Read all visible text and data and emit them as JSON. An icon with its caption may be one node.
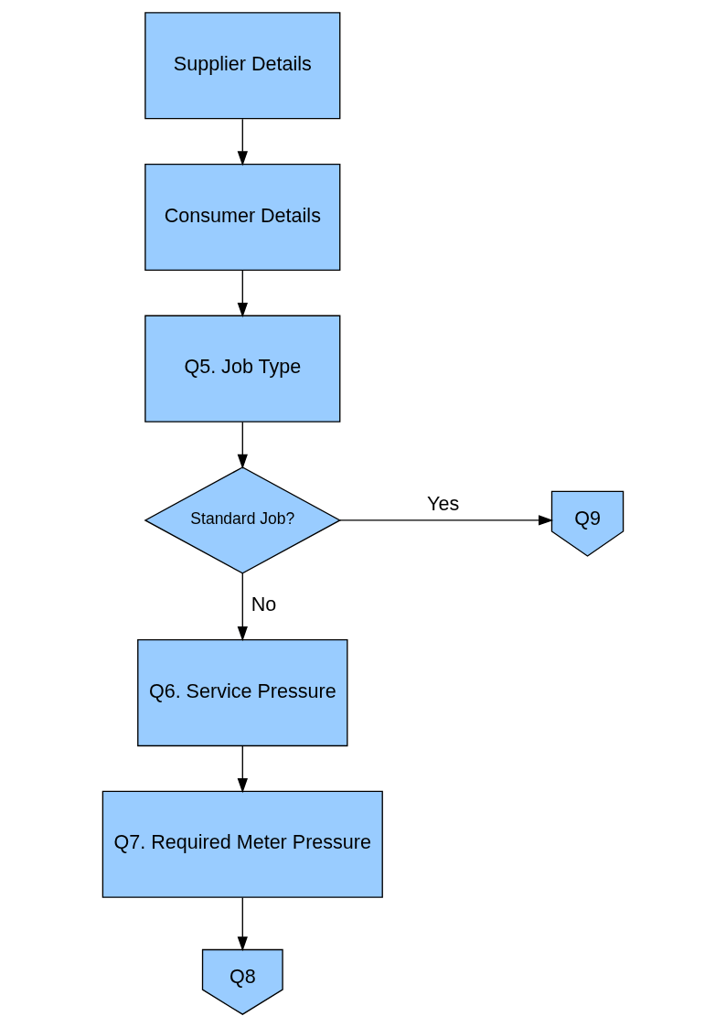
{
  "diagram": {
    "nodes": [
      {
        "text": [
          "Supplier Details"
        ]
      },
      {
        "text": [
          "Consumer Details"
        ]
      },
      {
        "text": [
          "Q5. Job Type"
        ]
      },
      {
        "text": [
          "Standard Job?"
        ]
      },
      {
        "text": [
          "Q9"
        ]
      },
      {
        "text": [
          "Q6. Service Pressure"
        ]
      },
      {
        "text": [
          "Q7. Required Meter Pressure"
        ]
      },
      {
        "text": [
          "Q8"
        ]
      }
    ],
    "edges": [
      {
        "from": 0,
        "to": 1,
        "arrow": "to"
      },
      {
        "from": 1,
        "to": 2,
        "arrow": "to"
      },
      {
        "from": 2,
        "to": 3,
        "arrow": "to"
      },
      {
        "from": 3,
        "to": 4,
        "arrow": "to",
        "label": "Yes"
      },
      {
        "from": 3,
        "to": 5,
        "arrow": "to",
        "label": "No"
      },
      {
        "from": 5,
        "to": 6,
        "arrow": "to"
      },
      {
        "from": 6,
        "to": 7,
        "arrow": "to"
      }
    ]
  }
}
